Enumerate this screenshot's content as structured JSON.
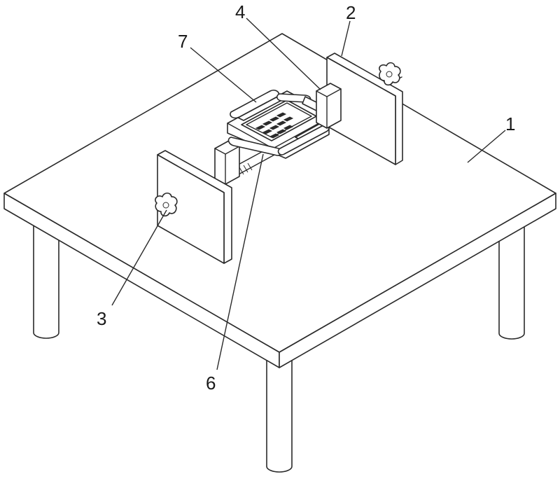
{
  "callouts": {
    "c1": "1",
    "c2": "2",
    "c3": "3",
    "c4": "4",
    "c6": "6",
    "c7": "7"
  },
  "parts": [
    {
      "name": "table-top"
    },
    {
      "name": "end-plate"
    },
    {
      "name": "adjustment-knob"
    },
    {
      "name": "clamp-block"
    },
    {
      "name": "lead-screw"
    },
    {
      "name": "clamp-arm"
    }
  ]
}
